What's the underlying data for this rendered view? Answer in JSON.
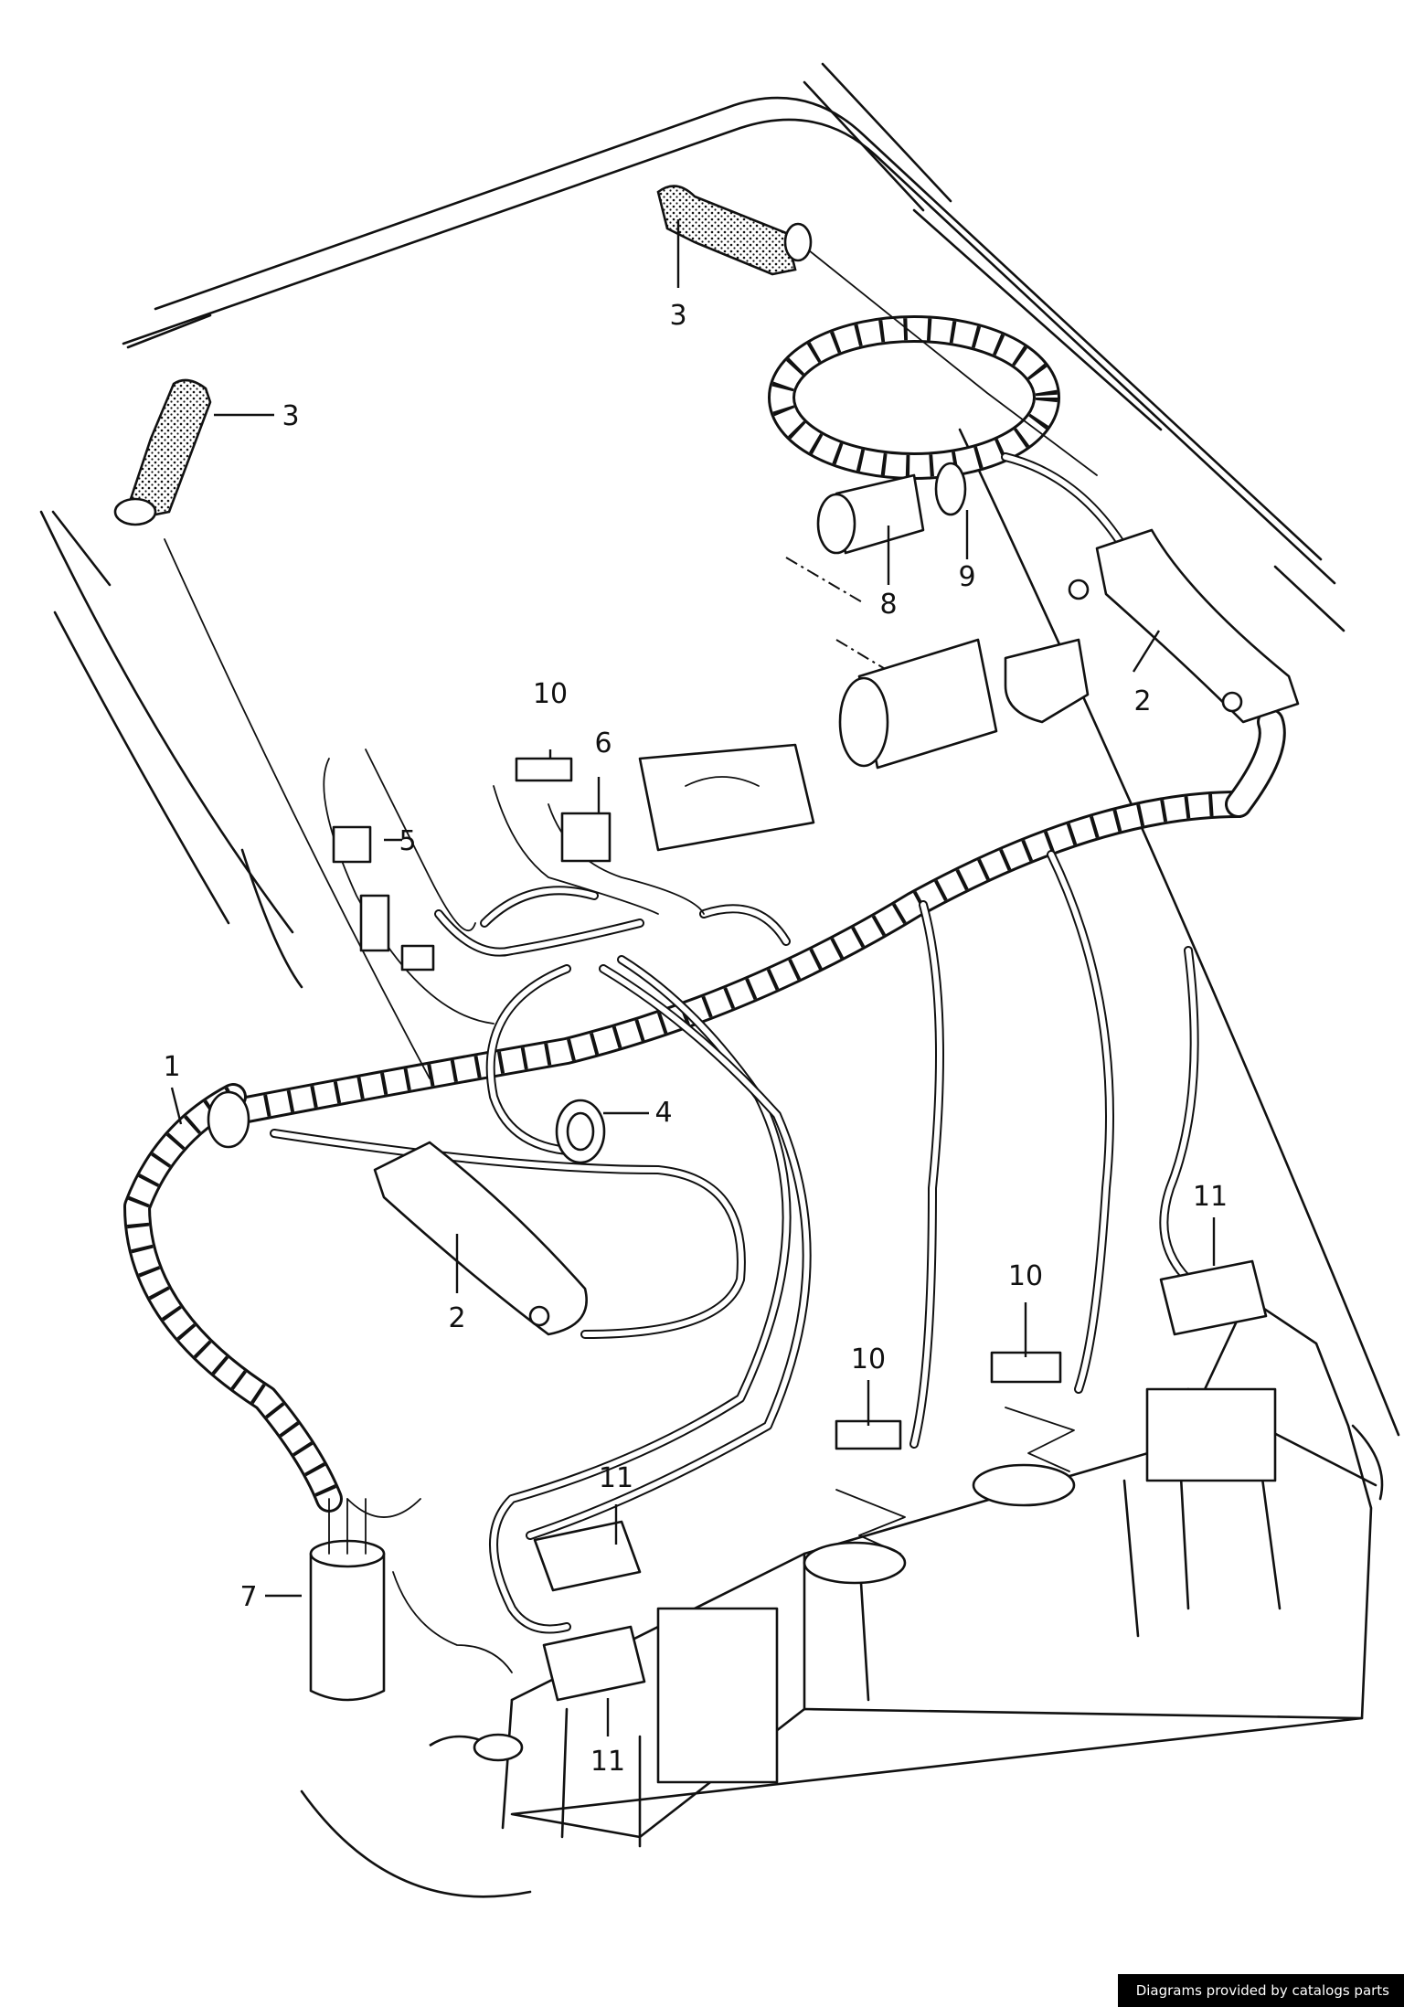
{
  "callouts": [
    {
      "id": "c1",
      "label": "1"
    },
    {
      "id": "c2a",
      "label": "2"
    },
    {
      "id": "c2b",
      "label": "2"
    },
    {
      "id": "c3a",
      "label": "3"
    },
    {
      "id": "c3b",
      "label": "3"
    },
    {
      "id": "c4",
      "label": "4"
    },
    {
      "id": "c5",
      "label": "5"
    },
    {
      "id": "c6",
      "label": "6"
    },
    {
      "id": "c7",
      "label": "7"
    },
    {
      "id": "c8",
      "label": "8"
    },
    {
      "id": "c9",
      "label": "9"
    },
    {
      "id": "c10a",
      "label": "10"
    },
    {
      "id": "c10b",
      "label": "10"
    },
    {
      "id": "c10c",
      "label": "10"
    },
    {
      "id": "c11a",
      "label": "11"
    },
    {
      "id": "c11b",
      "label": "11"
    },
    {
      "id": "c11c",
      "label": "11"
    }
  ],
  "credit": "Diagrams provided by catalogs parts"
}
